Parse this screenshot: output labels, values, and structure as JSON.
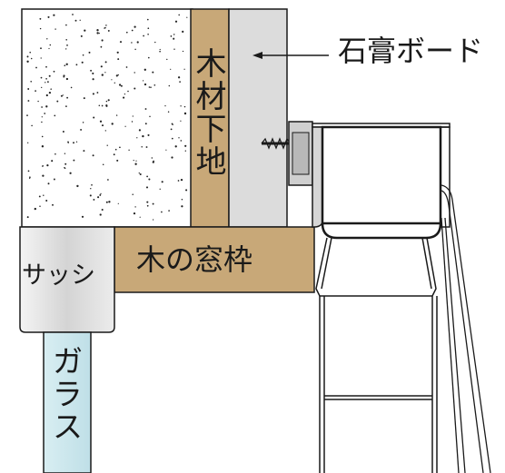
{
  "labels": {
    "gypsum_board": "石膏ボード",
    "wood_base": "木材下地",
    "window_frame": "木の窓枠",
    "sash": "サッシ",
    "glass": "ガラス"
  },
  "colors": {
    "wood": "#c8a878",
    "gypsum": "#dcdcdc",
    "concrete": "#ffffff",
    "sash": "#d9d9d9",
    "glass": "#cfe8ee",
    "line": "#1a1a1a"
  }
}
